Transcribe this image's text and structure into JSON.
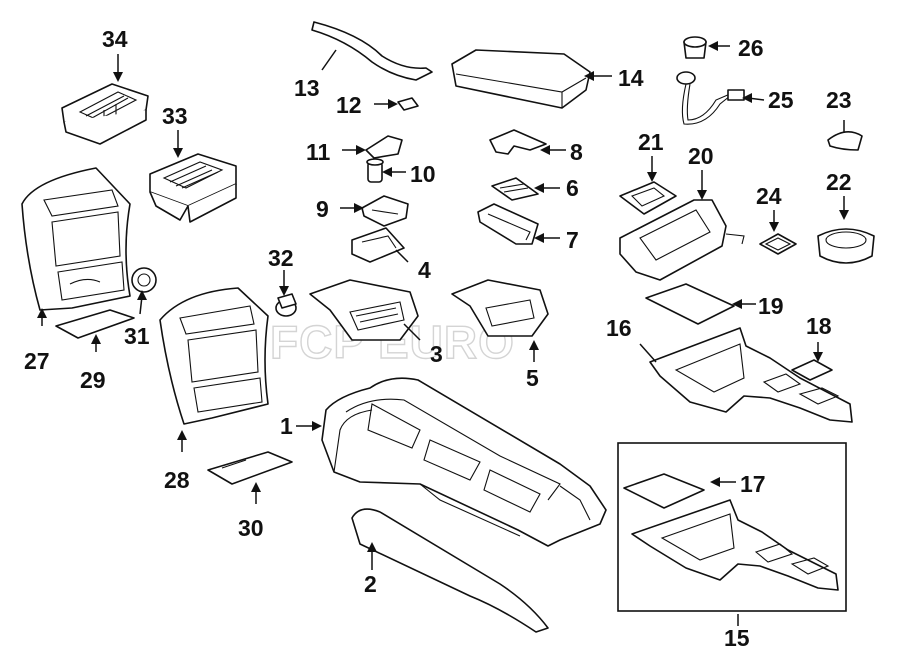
{
  "watermark": "FCP EURO",
  "colors": {
    "line": "#111111",
    "shade": "#d9d9d9",
    "background": "#ffffff",
    "watermark": "#d4d4d4"
  },
  "callouts": [
    {
      "n": "1"
    },
    {
      "n": "2"
    },
    {
      "n": "3"
    },
    {
      "n": "4"
    },
    {
      "n": "5"
    },
    {
      "n": "6"
    },
    {
      "n": "7"
    },
    {
      "n": "8"
    },
    {
      "n": "9"
    },
    {
      "n": "10"
    },
    {
      "n": "11"
    },
    {
      "n": "12"
    },
    {
      "n": "13"
    },
    {
      "n": "14"
    },
    {
      "n": "15"
    },
    {
      "n": "16"
    },
    {
      "n": "17"
    },
    {
      "n": "18"
    },
    {
      "n": "19"
    },
    {
      "n": "20"
    },
    {
      "n": "21"
    },
    {
      "n": "22"
    },
    {
      "n": "23"
    },
    {
      "n": "24"
    },
    {
      "n": "25"
    },
    {
      "n": "26"
    },
    {
      "n": "27"
    },
    {
      "n": "28"
    },
    {
      "n": "29"
    },
    {
      "n": "30"
    },
    {
      "n": "31"
    },
    {
      "n": "32"
    },
    {
      "n": "33"
    },
    {
      "n": "34"
    }
  ]
}
